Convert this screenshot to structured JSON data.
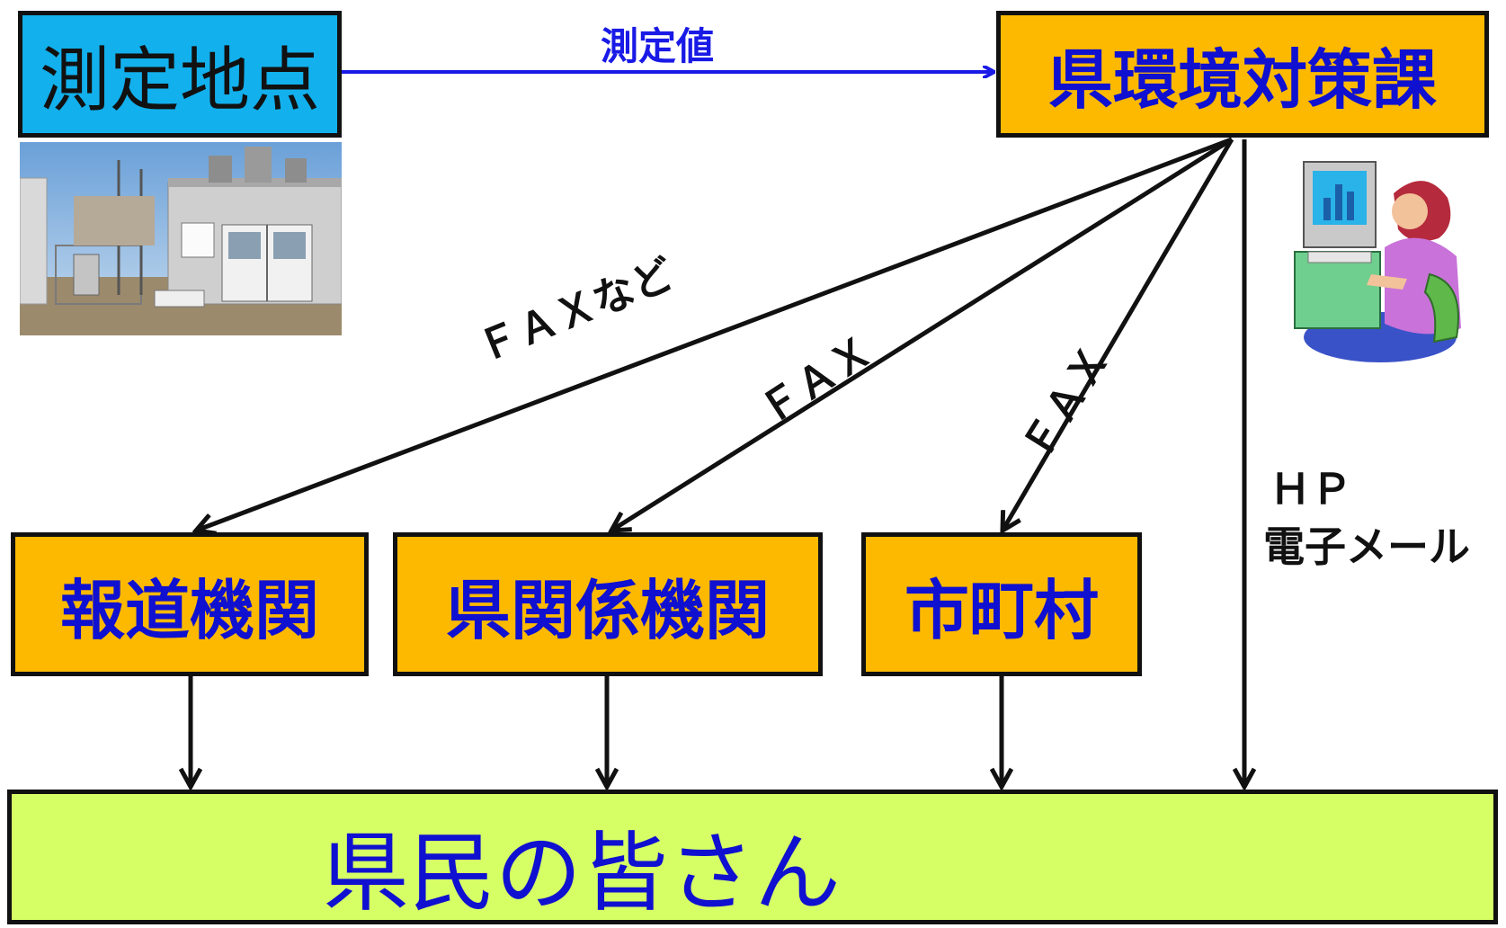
{
  "nodes": {
    "measurement_point": "測定地点",
    "pref_env_division": "県環境対策課",
    "press": "報道機関",
    "pref_related": "県関係機関",
    "municipalities": "市町村",
    "residents": "県民の皆さん"
  },
  "edges": {
    "measured_value": "測定値",
    "fax_etc": "ＦＡＸなど",
    "fax1": "ＦＡＸ",
    "fax2": "ＦＡＸ",
    "hp": "ＨＰ",
    "email": "電子メール"
  },
  "images": {
    "photo": "monitoring-station-photo",
    "clipart": "person-at-computer-clipart"
  },
  "colors": {
    "orange": "#fcb900",
    "cyan": "#12b0ec",
    "lime": "#d6ff66",
    "blue_text": "#1010d0",
    "arrow_blue": "#1a1ae6"
  }
}
